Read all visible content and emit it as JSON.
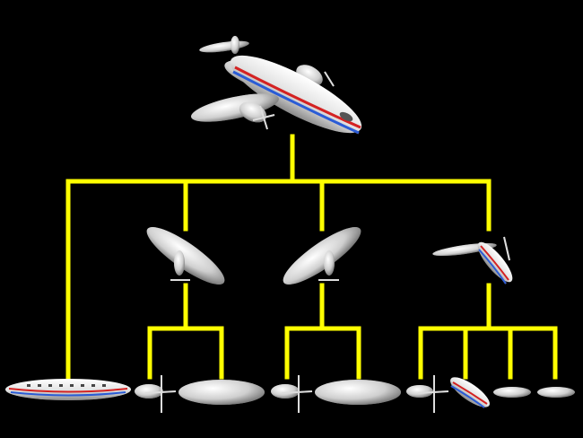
{
  "diagram": {
    "kind": "scene-graph hierarchy",
    "background_color": "#000000",
    "connector_color": "#ffff00",
    "parts_color": "#d9d9d9",
    "stripe_colors": [
      "#d42020",
      "#2c5bd6"
    ],
    "root": {
      "name": "airplane",
      "children": [
        {
          "name": "fuselage",
          "children": []
        },
        {
          "name": "left-wing",
          "children": [
            {
              "name": "left-propeller",
              "children": []
            },
            {
              "name": "left-engine-nacelle",
              "children": []
            }
          ]
        },
        {
          "name": "right-wing",
          "children": [
            {
              "name": "right-propeller",
              "children": []
            },
            {
              "name": "right-engine-nacelle",
              "children": []
            }
          ]
        },
        {
          "name": "tail-assembly",
          "children": [
            {
              "name": "tail-propeller",
              "children": []
            },
            {
              "name": "tail-fuselage",
              "children": []
            },
            {
              "name": "horizontal-stabilizer",
              "children": []
            },
            {
              "name": "vertical-stabilizer",
              "children": []
            }
          ]
        }
      ]
    }
  }
}
